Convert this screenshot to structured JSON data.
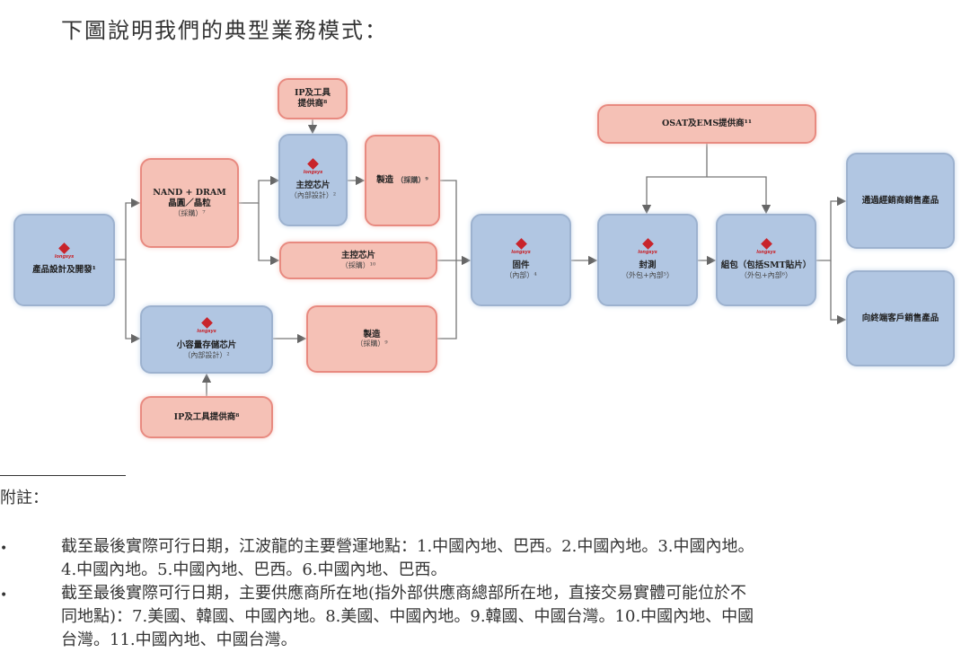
{
  "heading": "下圖說明我們的典型業務模式：",
  "logo_text": "longsys",
  "boxes": {
    "design": {
      "main": "產品設計及開發¹"
    },
    "nand": {
      "main": "NAND + DRAM",
      "main2": "晶圓／晶粒",
      "sub": "（採購）⁷"
    },
    "ip_top": {
      "main": "IP及工具",
      "main2": "提供商⁸"
    },
    "controller_internal": {
      "main": "主控芯片",
      "sub": "（內部設計）²"
    },
    "mfg_top": {
      "main": "製造",
      "sub": "（採購）⁹"
    },
    "controller_purchase": {
      "main": "主控芯片",
      "sub": "（採購）¹⁰"
    },
    "small_chip": {
      "main": "小容量存儲芯片",
      "sub": "（內部設計）²"
    },
    "mfg_bottom": {
      "main": "製造",
      "sub": "（採購）⁹"
    },
    "ip_bottom": {
      "main": "IP及工具提供商⁸"
    },
    "firmware": {
      "main": "固件",
      "sub": "（內部）⁴"
    },
    "osat": {
      "main": "OSAT及EMS提供商¹¹"
    },
    "packaging": {
      "main": "封測",
      "sub": "（外包+內部⁵）"
    },
    "assembly": {
      "main": "組包（包括SMT貼片）",
      "sub": "（外包+內部⁶）"
    },
    "distributor": {
      "main": "通過經銷商銷售產品"
    },
    "end_customer": {
      "main": "向終端客戶銷售產品"
    }
  },
  "notes": {
    "title": "附註：",
    "items": [
      {
        "line1": "截至最後實際可行日期，江波龍的主要營運地點：1.中國內地、巴西。2.中國內地。3.中國內地。",
        "line2": "4.中國內地。5.中國內地、巴西。6.中國內地、巴西。"
      },
      {
        "line1": "截至最後實際可行日期，主要供應商所在地(指外部供應商總部所在地，直接交易實體可能位於不",
        "line2": "同地點)：7.美國、韓國、中國內地。8.美國、中國內地。9.韓國、中國台灣。10.中國內地、中國",
        "line3": "台灣。11.中國內地、中國台灣。"
      }
    ]
  }
}
